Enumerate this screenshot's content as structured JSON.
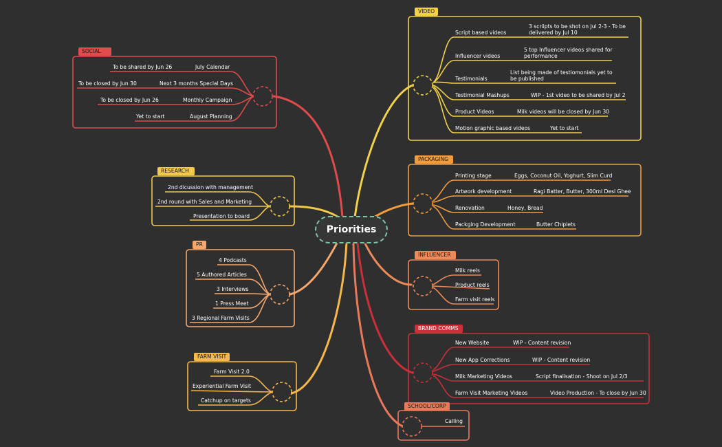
{
  "central_topic": "Priorities",
  "colors": {
    "background": "#2f2f2f",
    "social": "#e04b4b",
    "research": "#f2c94c",
    "pr": "#f5a86e",
    "farm_visit": "#f7b84b",
    "video": "#f2d24a",
    "packaging": "#f39c3c",
    "influencer": "#ef8a5a",
    "brand_comms": "#c9303a",
    "school_corp": "#e9795b",
    "center_border": "#7dc8a4"
  },
  "branches": {
    "social": {
      "label": "SOCIAL",
      "items": [
        {
          "task": "July Calendar",
          "status": "To be shared by Jun 26"
        },
        {
          "task": "Next 3 months Special Days",
          "status": "To be closed by Jun 30"
        },
        {
          "task": "Monthly Campaign",
          "status": "To be closed by Jun 26"
        },
        {
          "task": "August Planning",
          "status": "Yet to start"
        }
      ]
    },
    "research": {
      "label": "RESEARCH",
      "items": [
        "2nd dicussion with management",
        "2nd round with Sales and Marketing",
        "Presentation to board"
      ]
    },
    "pr": {
      "label": "PR",
      "items": [
        "4 Podcasts",
        "5 Authored Articles",
        "3 Interviews",
        "1 Press Meet",
        "3 Regional Farm Visits"
      ]
    },
    "farm_visit": {
      "label": "FARM VISIT",
      "items": [
        "Farm Visit 2.0",
        "Experiential Farm Visit",
        "Catchup on targets"
      ]
    },
    "video": {
      "label": "VIDEO",
      "items": [
        {
          "task": "Script based videos",
          "status": "3 scriipts to be shot on Jul 2-3 - To be delivered by Jul 10"
        },
        {
          "task": "Influencer videos",
          "status": "5 top Influencer videos shared for performance"
        },
        {
          "task": "Testimonials",
          "status": "List being made of testiomonials yet to be published"
        },
        {
          "task": "Testimonial Mashups",
          "status": "WIP - 1st video to be shared by Jul 2"
        },
        {
          "task": "Product Videos",
          "status": "Milk videos will be closed by Jun 30"
        },
        {
          "task": "Motion graphic based videos",
          "status": "Yet to start"
        }
      ]
    },
    "packaging": {
      "label": "PACKAGING",
      "items": [
        {
          "task": "Printing stage",
          "status": "Eggs, Coconut Oil, Yoghurt, Slim Curd"
        },
        {
          "task": "Artwork development",
          "status": "Ragi Batter, Butter, 300ml Desi Ghee"
        },
        {
          "task": "Renovation",
          "status": "Honey, Bread"
        },
        {
          "task": "Packging Development",
          "status": "Butter Chiplets"
        }
      ]
    },
    "influencer": {
      "label": "INFLUENCER",
      "items": [
        "Milk reels",
        "Product reels",
        "Farm visit reels"
      ]
    },
    "brand_comms": {
      "label": "BRAND COMMS",
      "items": [
        {
          "task": "New Website",
          "status": "WIP - Content revision"
        },
        {
          "task": "New App Corrections",
          "status": "WIP - Content revision"
        },
        {
          "task": "Milk Marketing Videos",
          "status": "Script finalisation - Shoot on Jul 2/3"
        },
        {
          "task": "Farm Visit Marketing Videos",
          "status": "Video Production - To close by Jun 30"
        }
      ]
    },
    "school_corp": {
      "label": "SCHOOL/CORP",
      "items": [
        "Calling"
      ]
    }
  }
}
